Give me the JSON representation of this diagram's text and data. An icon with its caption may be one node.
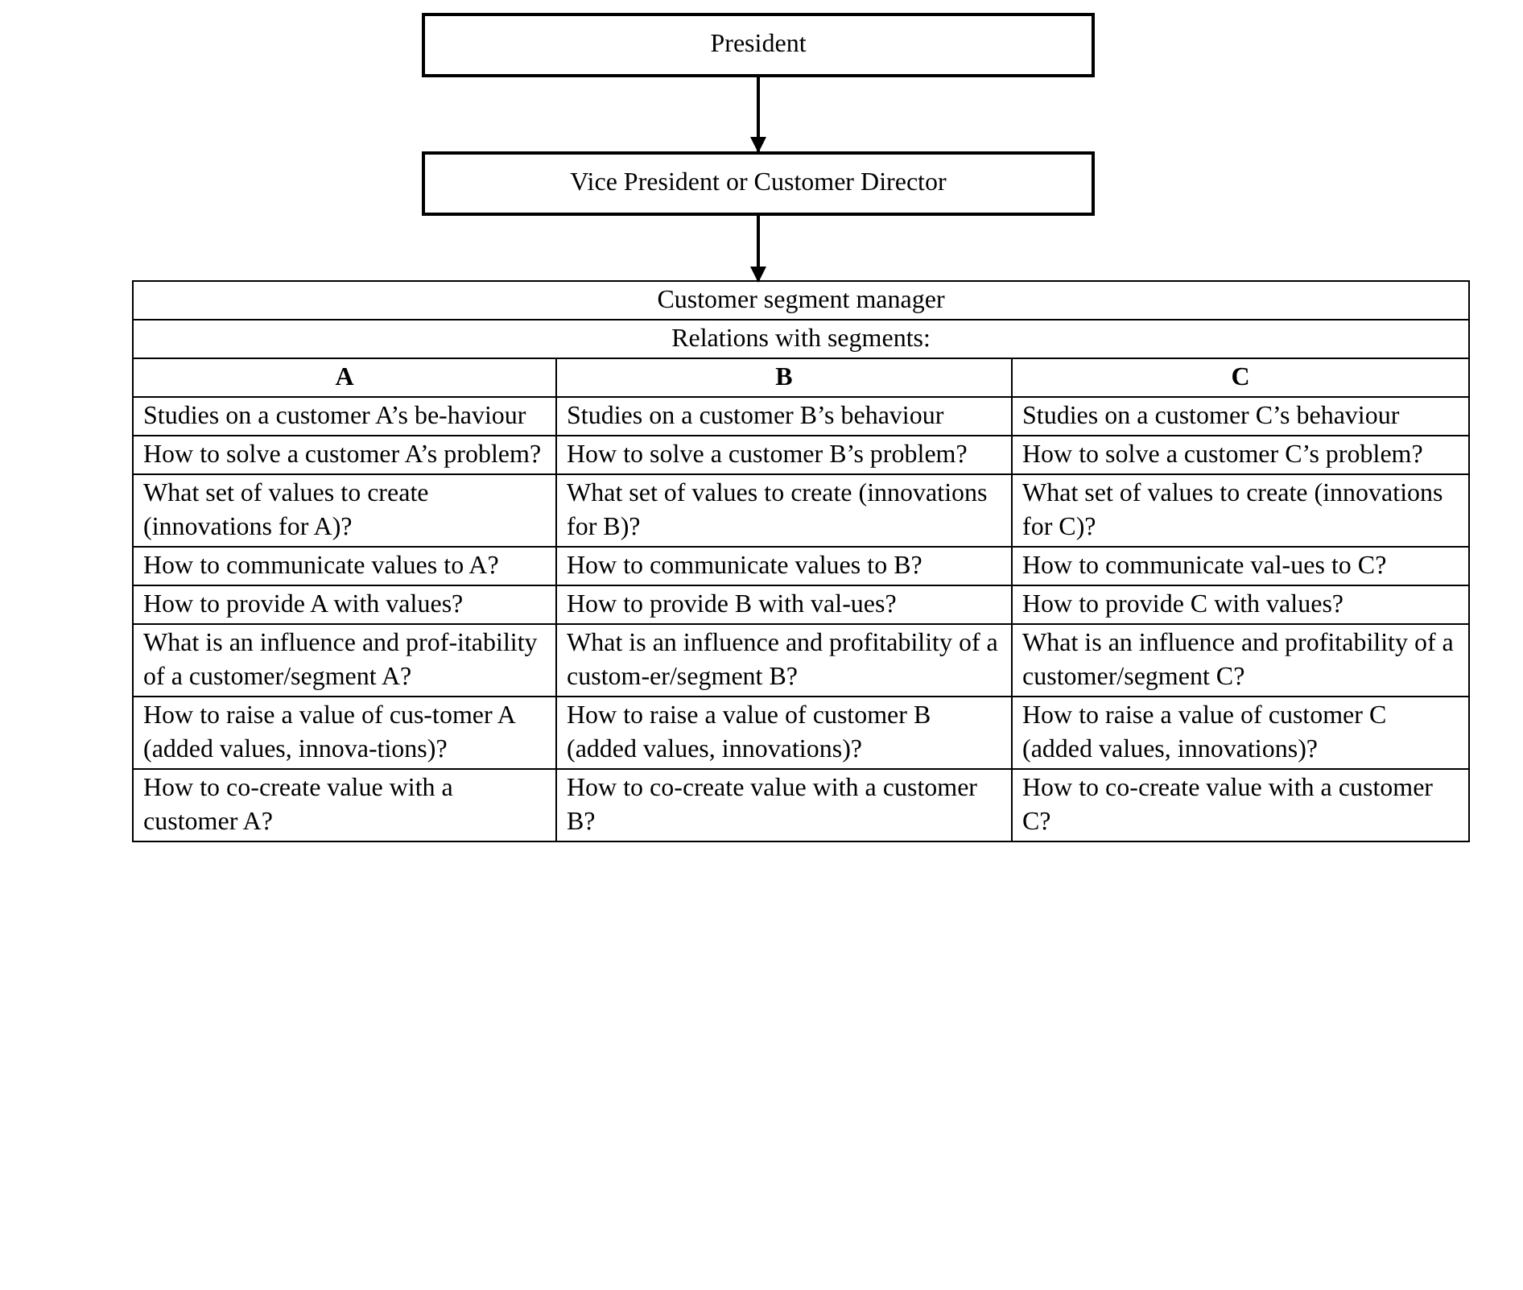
{
  "diagram": {
    "nodes": [
      {
        "text": [
          "President"
        ]
      },
      {
        "text": [
          "Vice President or Customer Director"
        ]
      },
      {
        "text": [
          "Customer segment manager"
        ]
      }
    ],
    "edges": [
      {
        "from": 0,
        "to": 1,
        "arrow": "to"
      },
      {
        "from": 1,
        "to": 2,
        "arrow": "to"
      }
    ],
    "labels": [
      "Relations with segments:",
      "A",
      "B",
      "C",
      "Studies on a customer A’s be-haviour",
      "Studies on a customer B’s behaviour",
      "Studies on a customer C’s behaviour",
      "How to solve a customer A’s problem?",
      "How to solve a customer B’s problem?",
      "How to solve a customer C’s problem?",
      "What set of values to create (innovations for A)?",
      "What set of values to create (innovations for B)?",
      "What set of values to create (innovations for C)?",
      "How to communicate values to A?",
      "How to communicate values to B?",
      "How to communicate val-ues to C?",
      "How to provide A with values?",
      "How to provide B with val-ues?",
      "How to provide C with values?",
      "What is an influence and prof-itability of a customer/segment A?",
      "What is an influence and profitability of a custom-er/segment B?",
      "What is an influence and profitability of a customer/segment C?",
      "How to raise a value of cus-tomer A (added values, innova-tions)?",
      "How to raise a value of customer B (added values, innovations)?",
      "How to raise a value of customer C (added values, innovations)?",
      "How to co-create value with a customer A?",
      "How to co-create value with a customer B?",
      "How to co-create value with a customer C?"
    ]
  }
}
